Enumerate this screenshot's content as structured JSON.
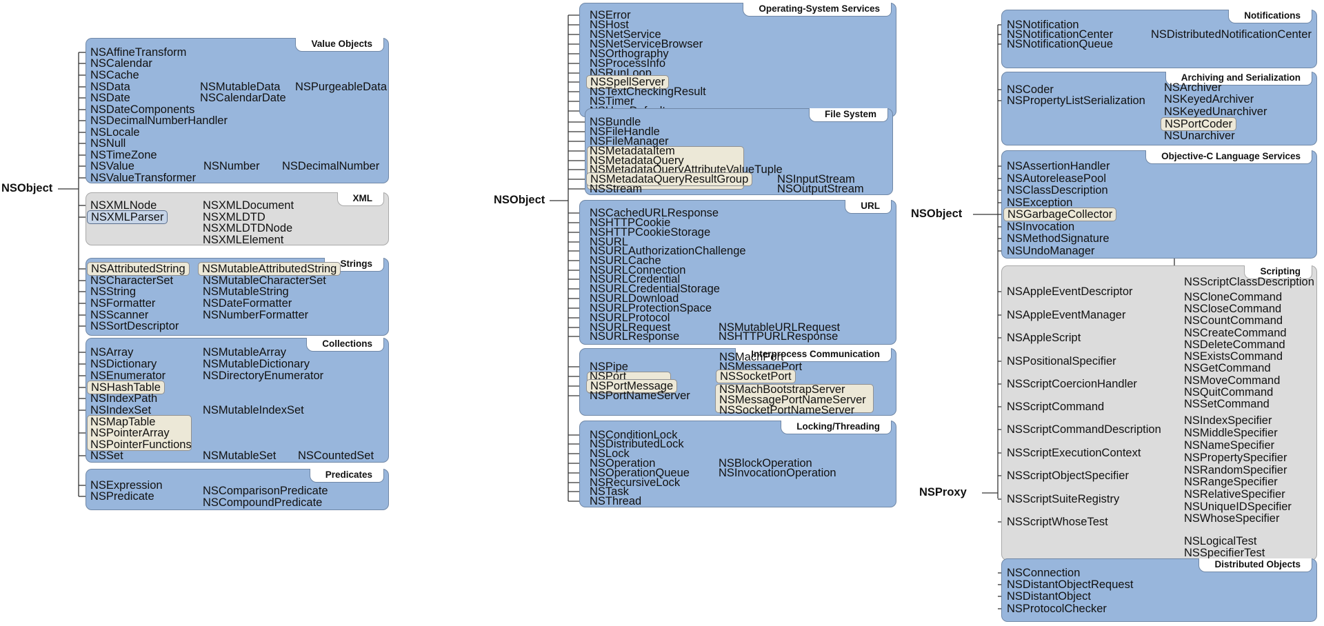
{
  "roots": {
    "c1": "NSObject",
    "c2": "NSObject",
    "c3": "NSObject",
    "proxy": "NSProxy"
  },
  "groups": {
    "value_objects": "Value Objects",
    "xml": "XML",
    "strings": "Strings",
    "collections": "Collections",
    "predicates": "Predicates",
    "os_services": "Operating-System Services",
    "file_system": "File System",
    "url": "URL",
    "ipc": "Interprocess Communication",
    "locking": "Locking/Threading",
    "notifications": "Notifications",
    "archiving": "Archiving and Serialization",
    "objc": "Objective-C Language Services",
    "scripting": "Scripting",
    "distributed": "Distributed Objects"
  },
  "classes": {
    "value_objects": [
      "NSAffineTransform",
      "NSCalendar",
      "NSCache",
      "NSData",
      "NSDate",
      "NSDateComponents",
      "NSDecimalNumberHandler",
      "NSLocale",
      "NSNull",
      "NSTimeZone",
      "NSValue",
      "NSValueTransformer",
      "NSMutableData",
      "NSPurgeableData",
      "NSCalendarDate",
      "NSNumber",
      "NSDecimalNumber"
    ],
    "xml": [
      "NSXMLNode",
      "NSXMLParser",
      "NSXMLDocument",
      "NSXMLDTD",
      "NSXMLDTDNode",
      "NSXMLElement"
    ],
    "strings": [
      "NSAttributedString",
      "NSCharacterSet",
      "NSString",
      "NSFormatter",
      "NSScanner",
      "NSSortDescriptor",
      "NSMutableAttributedString",
      "NSMutableCharacterSet",
      "NSMutableString",
      "NSDateFormatter",
      "NSNumberFormatter"
    ],
    "collections": [
      "NSArray",
      "NSDictionary",
      "NSEnumerator",
      "NSHashTable",
      "NSIndexPath",
      "NSIndexSet",
      "NSMapTable",
      "NSPointerArray",
      "NSPointerFunctions",
      "NSSet",
      "NSMutableArray",
      "NSMutableDictionary",
      "NSDirectoryEnumerator",
      "NSMutableIndexSet",
      "NSMutableSet",
      "NSCountedSet"
    ],
    "predicates": [
      "NSExpression",
      "NSPredicate",
      "NSComparisonPredicate",
      "NSCompoundPredicate"
    ],
    "os_services": [
      "NSError",
      "NSHost",
      "NSNetService",
      "NSNetServiceBrowser",
      "NSOrthography",
      "NSProcessInfo",
      "NSRunLoop",
      "NSSpellServer",
      "NSTextCheckingResult",
      "NSTimer",
      "NSUserDefaults"
    ],
    "file_system": [
      "NSBundle",
      "NSFileHandle",
      "NSFileManager",
      "NSMetadataItem",
      "NSMetadataQuery",
      "NSMetadataQueryAttributeValueTuple",
      "NSMetadataQueryResultGroup",
      "NSStream",
      "NSInputStream",
      "NSOutputStream"
    ],
    "url": [
      "NSCachedURLResponse",
      "NSHTTPCookie",
      "NSHTTPCookieStorage",
      "NSURL",
      "NSURLAuthorizationChallenge",
      "NSURLCache",
      "NSURLConnection",
      "NSURLCredential",
      "NSURLCredentialStorage",
      "NSURLDownload",
      "NSURLProtectionSpace",
      "NSURLProtocol",
      "NSURLRequest",
      "NSURLResponse",
      "NSMutableURLRequest",
      "NSHTTPURLResponse"
    ],
    "ipc": [
      "NSPipe",
      "NSPort",
      "NSPortMessage",
      "NSPortNameServer",
      "NSMachPort",
      "NSMessagePort",
      "NSSocketPort",
      "NSMachBootstrapServer",
      "NSMessagePortNameServer",
      "NSSocketPortNameServer"
    ],
    "locking": [
      "NSConditionLock",
      "NSDistributedLock",
      "NSLock",
      "NSOperation",
      "NSOperationQueue",
      "NSRecursiveLock",
      "NSTask",
      "NSThread",
      "NSBlockOperation",
      "NSInvocationOperation"
    ],
    "notifications": [
      "NSNotification",
      "NSNotificationCenter",
      "NSNotificationQueue",
      "NSDistributedNotificationCenter"
    ],
    "archiving": [
      "NSCoder",
      "NSPropertyListSerialization",
      "NSArchiver",
      "NSKeyedArchiver",
      "NSKeyedUnarchiver",
      "NSPortCoder",
      "NSUnarchiver"
    ],
    "objc": [
      "NSAssertionHandler",
      "NSAutoreleasePool",
      "NSClassDescription",
      "NSException",
      "NSGarbageCollector",
      "NSInvocation",
      "NSMethodSignature",
      "NSUndoManager"
    ],
    "scripting": [
      "NSScriptClassDescription",
      "NSAppleEventDescriptor",
      "NSAppleEventManager",
      "NSAppleScript",
      "NSPositionalSpecifier",
      "NSScriptCoercionHandler",
      "NSScriptCommand",
      "NSScriptCommandDescription",
      "NSScriptExecutionContext",
      "NSScriptObjectSpecifier",
      "NSScriptSuiteRegistry",
      "NSScriptWhoseTest",
      "NSCloneCommand",
      "NSCloseCommand",
      "NSCountCommand",
      "NSCreateCommand",
      "NSDeleteCommand",
      "NSExistsCommand",
      "NSGetCommand",
      "NSMoveCommand",
      "NSQuitCommand",
      "NSSetCommand",
      "NSIndexSpecifier",
      "NSMiddleSpecifier",
      "NSNameSpecifier",
      "NSPropertySpecifier",
      "NSRandomSpecifier",
      "NSRangeSpecifier",
      "NSRelativeSpecifier",
      "NSUniqueIDSpecifier",
      "NSWhoseSpecifier",
      "NSLogicalTest",
      "NSSpecifierTest"
    ],
    "distributed": [
      "NSConnection",
      "NSDistantObjectRequest",
      "NSDistantObject",
      "NSProtocolChecker"
    ]
  },
  "colors": {
    "group_fill": "#98b6dc",
    "alt_fill": "#dcdcdc",
    "highlight": "#ece8d7",
    "line": "#333333"
  }
}
